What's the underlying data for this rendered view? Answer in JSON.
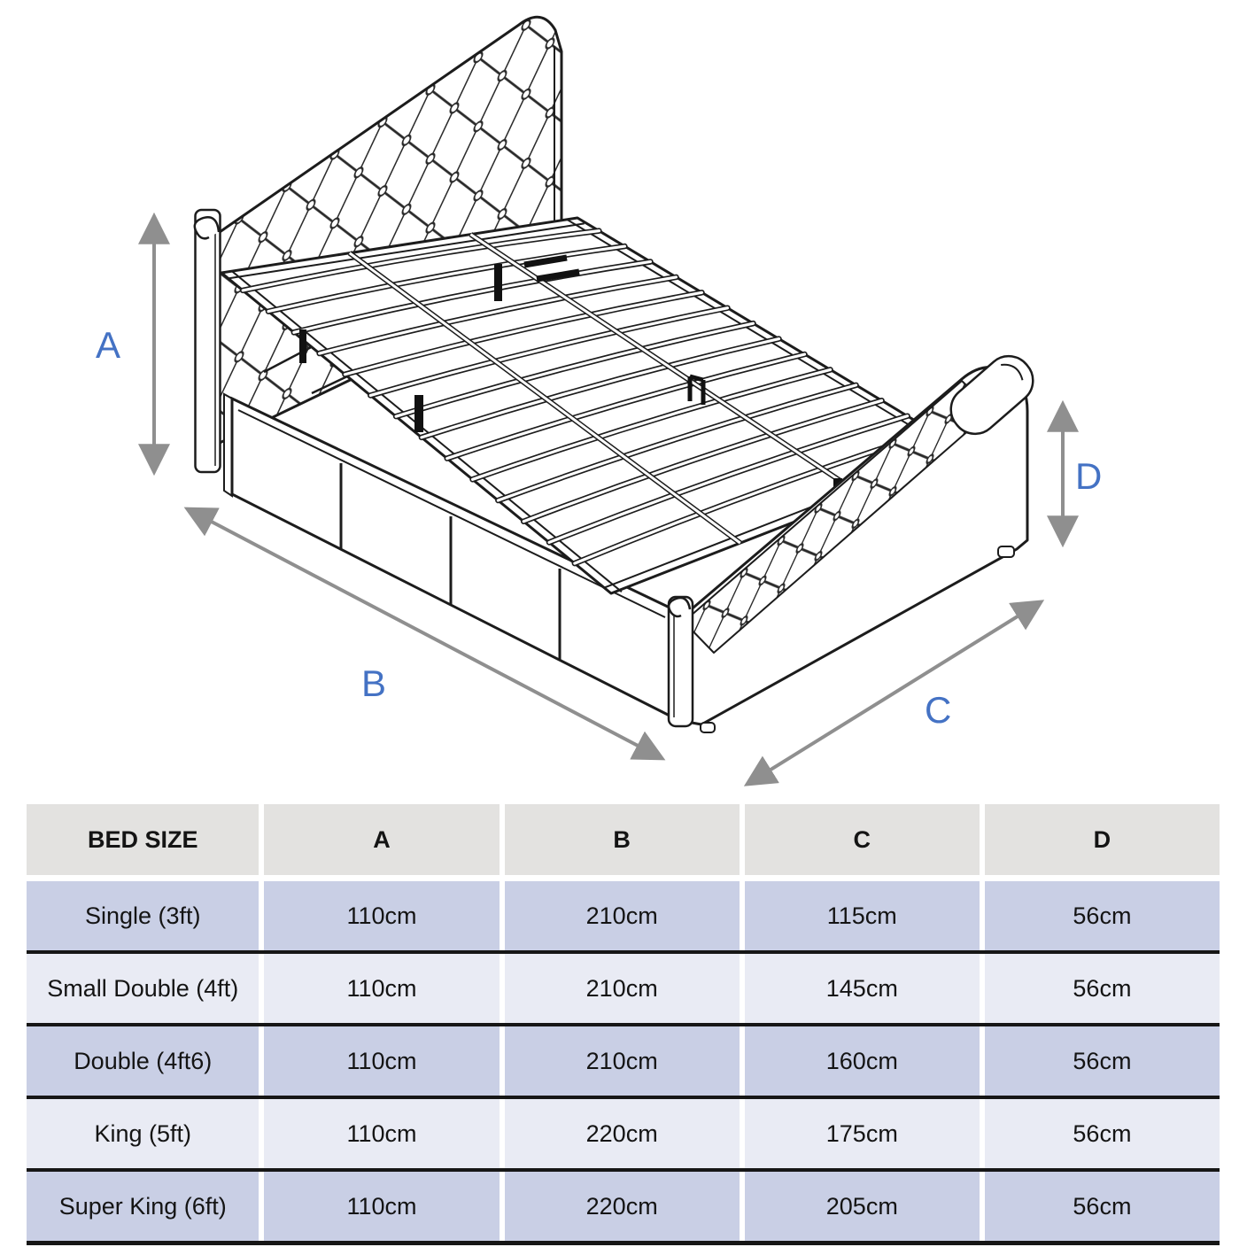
{
  "diagram": {
    "dimension_labels": {
      "a": "A",
      "b": "B",
      "c": "C",
      "d": "D"
    },
    "label_color": "#4472c4",
    "arrow_color": "#8f8f8f",
    "line_color": "#1c1c1c"
  },
  "table": {
    "headers": [
      "BED SIZE",
      "A",
      "B",
      "C",
      "D"
    ],
    "rows": [
      {
        "cells": [
          "Single (3ft)",
          "110cm",
          "210cm",
          "115cm",
          "56cm"
        ]
      },
      {
        "cells": [
          "Small Double (4ft)",
          "110cm",
          "210cm",
          "145cm",
          "56cm"
        ]
      },
      {
        "cells": [
          "Double (4ft6)",
          "110cm",
          "210cm",
          "160cm",
          "56cm"
        ]
      },
      {
        "cells": [
          "King (5ft)",
          "110cm",
          "220cm",
          "175cm",
          "56cm"
        ]
      },
      {
        "cells": [
          "Super King (6ft)",
          "110cm",
          "220cm",
          "205cm",
          "56cm"
        ]
      }
    ],
    "header_bg": "#e3e2e0",
    "row_bg_odd": "#c9cfe5",
    "row_bg_even": "#e9ebf4"
  }
}
